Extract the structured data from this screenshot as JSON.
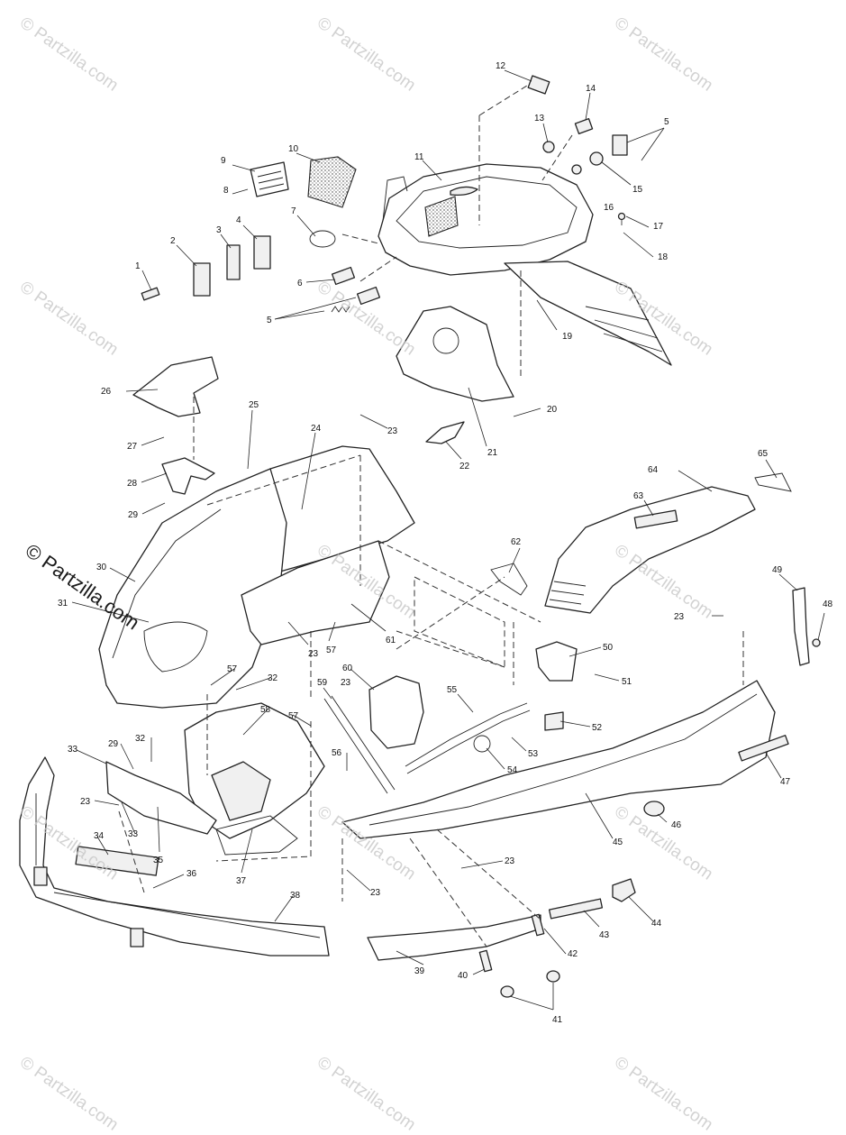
{
  "watermark": {
    "faint_text": "© Partzilla.com",
    "bold_text": "© Partzilla.com"
  },
  "callouts": [
    "1",
    "2",
    "3",
    "4",
    "5",
    "5",
    "6",
    "7",
    "8",
    "9",
    "10",
    "11",
    "12",
    "13",
    "14",
    "15",
    "16",
    "17",
    "18",
    "19",
    "20",
    "21",
    "22",
    "23",
    "23",
    "23",
    "23",
    "23",
    "23",
    "23",
    "24",
    "25",
    "26",
    "27",
    "28",
    "29",
    "29",
    "30",
    "31",
    "32",
    "32",
    "33",
    "33",
    "34",
    "35",
    "36",
    "37",
    "38",
    "39",
    "40",
    "41",
    "42",
    "43",
    "44",
    "45",
    "46",
    "47",
    "48",
    "49",
    "50",
    "51",
    "52",
    "53",
    "54",
    "55",
    "56",
    "57",
    "57",
    "57",
    "58",
    "59",
    "60",
    "61",
    "62",
    "63",
    "64",
    "65"
  ]
}
